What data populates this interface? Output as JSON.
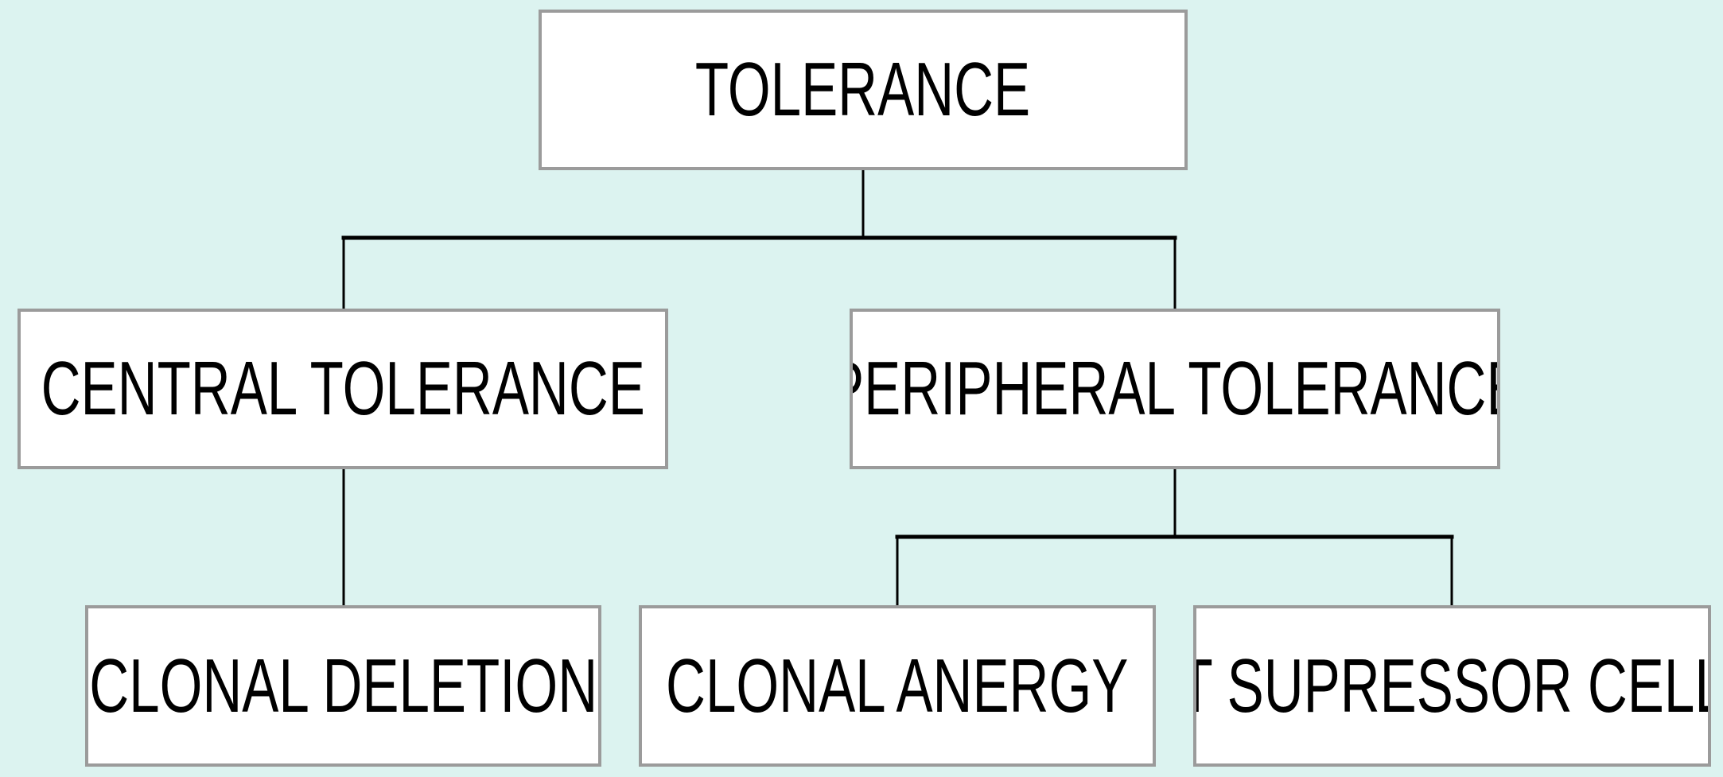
{
  "colors": {
    "background": "#dcf3f0",
    "box_fill": "#ffffff",
    "box_border": "#9b9b9b",
    "connector": "#000000",
    "text": "#000000"
  },
  "nodes": {
    "root": {
      "label": "TOLERANCE"
    },
    "central": {
      "label": "CENTRAL TOLERANCE"
    },
    "peripheral": {
      "label": "PERIPHERAL TOLERANCE"
    },
    "clonal_deletion": {
      "label": "CLONAL DELETION"
    },
    "clonal_anergy": {
      "label": "CLONAL ANERGY"
    },
    "t_supressor_cell": {
      "label": "T SUPRESSOR CELL"
    }
  },
  "edges": [
    {
      "from": "TOLERANCE",
      "to": "CENTRAL TOLERANCE"
    },
    {
      "from": "TOLERANCE",
      "to": "PERIPHERAL TOLERANCE"
    },
    {
      "from": "CENTRAL TOLERANCE",
      "to": "CLONAL DELETION"
    },
    {
      "from": "PERIPHERAL TOLERANCE",
      "to": "CLONAL ANERGY"
    },
    {
      "from": "PERIPHERAL TOLERANCE",
      "to": "T SUPRESSOR CELL"
    }
  ]
}
